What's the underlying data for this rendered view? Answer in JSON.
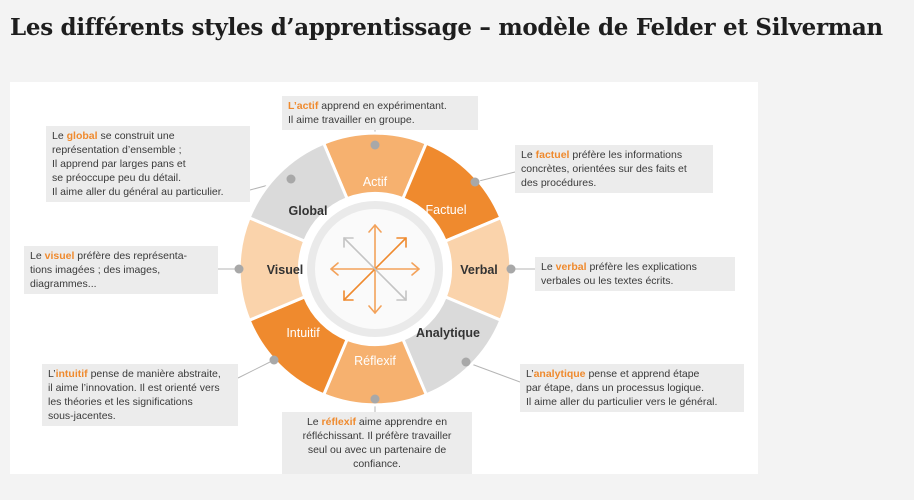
{
  "title": "Les différents styles d’apprentissage – modèle de Felder et Silverman",
  "colors": {
    "orange_dark": "#ef8a2e",
    "orange_mid": "#f6b16f",
    "orange_light": "#fad3ab",
    "grey": "#dadada",
    "keyword": "#ef8a2e"
  },
  "segments": {
    "actif": "Actif",
    "factuel": "Factuel",
    "verbal": "Verbal",
    "analytique": "Analytique",
    "reflexif": "Réflexif",
    "intuitif": "Intuitif",
    "visuel": "Visuel",
    "global": "Global"
  },
  "descriptions": {
    "actif": {
      "kw": "L’actif",
      "l1": " apprend en expérimentant.",
      "l2": "Il aime travailler en groupe."
    },
    "global": {
      "pre": "Le ",
      "kw": "global",
      "l1": " se construit une",
      "l2": "représentation d’ensemble ;",
      "l3": "Il apprend par larges pans et",
      "l4": "se préoccupe peu du détail.",
      "l5": "Il aime aller du général au particulier."
    },
    "factuel": {
      "pre": "Le ",
      "kw": "factuel",
      "l1": " préfère les informations",
      "l2": "concrètes, orientées sur des faits et",
      "l3": "des procédures."
    },
    "visuel": {
      "pre": "Le ",
      "kw": "visuel",
      "l1": " préfère des représenta-",
      "l2": "tions imagées ; des images,",
      "l3": "diagrammes..."
    },
    "verbal": {
      "pre": "Le ",
      "kw": "verbal",
      "l1": " préfère les explications",
      "l2": "verbales ou les textes écrits."
    },
    "intuitif": {
      "pre": "L’",
      "kw": "intuitif",
      "l1": " pense de manière abstraite,",
      "l2": "il aime l’innovation. Il est orienté vers",
      "l3": "les théories et les significations",
      "l4": "sous-jacentes."
    },
    "analytique": {
      "pre": "L’",
      "kw": "analytique",
      "l1": " pense et apprend étape",
      "l2": "par étape, dans un processus logique.",
      "l3": "Il aime aller du particulier vers le général."
    },
    "reflexif": {
      "pre": "Le ",
      "kw": "réflexif",
      "l1": " aime apprendre en",
      "l2": "réfléchissant. Il préfère travailler",
      "l3": "seul ou avec un partenaire de",
      "l4": "confiance."
    }
  }
}
